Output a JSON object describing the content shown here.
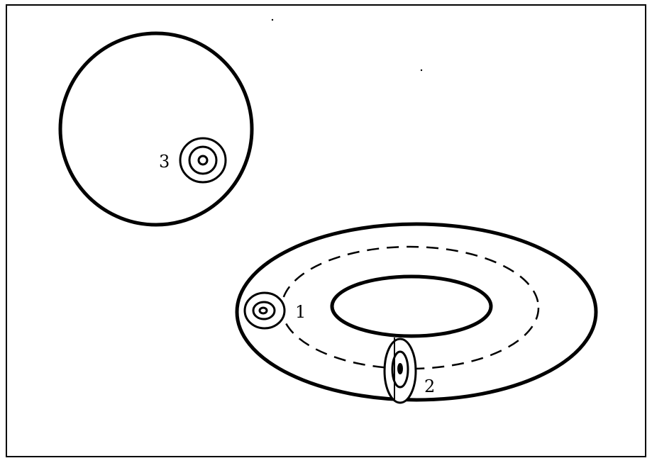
{
  "labels": {
    "loop_1": "1",
    "loop_2": "2",
    "loop_3": "3"
  },
  "colors": {
    "stroke": "#000000",
    "background": "#ffffff"
  },
  "shapes": {
    "sphere": "sphere-outline",
    "torus": "torus-outline",
    "torus_hole": "torus-hole-outline",
    "core_circle": "dashed-core-circle"
  }
}
